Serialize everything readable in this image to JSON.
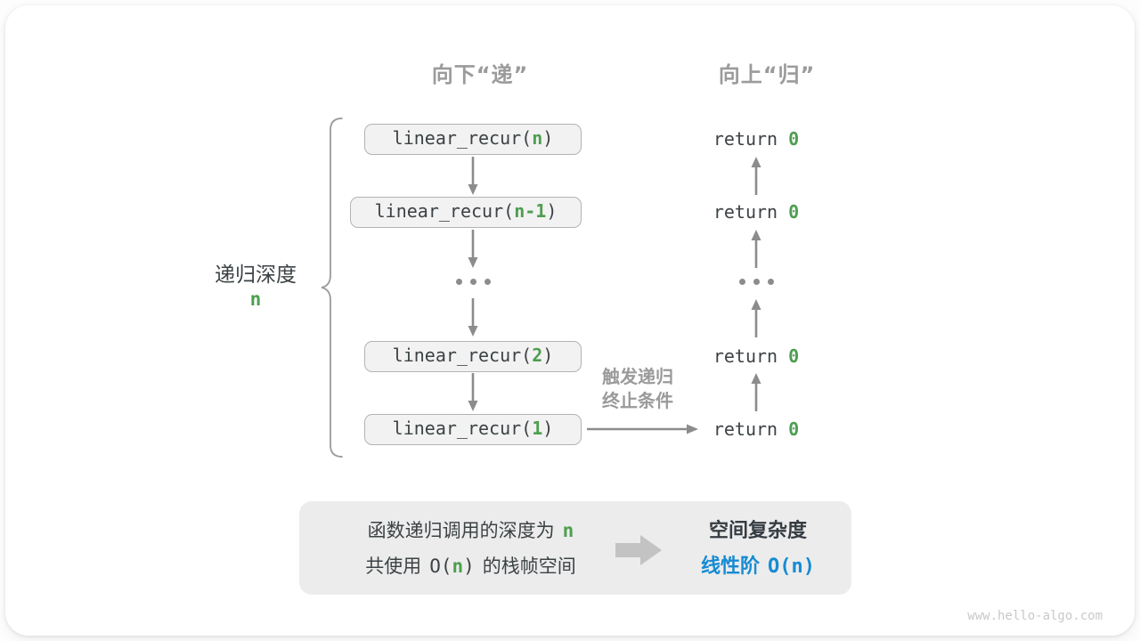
{
  "colors": {
    "accent_green": "#4e9e50",
    "accent_blue": "#168bd4",
    "label_gray": "#9b9b9b",
    "dark_text": "#3c4245",
    "arrow_gray": "#8c8c8c",
    "box_fill": "#f2f2f2",
    "box_border": "#b3b3b3",
    "summary_fill": "#ececec",
    "watermark_gray": "#c9c9c9"
  },
  "headers": {
    "descend": "向下“递”",
    "ascend": "向上“归”"
  },
  "depth_label": {
    "title": "递归深度",
    "value": "n"
  },
  "call_stack": {
    "boxes": [
      {
        "prefix": "linear_recur(",
        "arg": "n",
        "suffix": ")"
      },
      {
        "prefix": "linear_recur(",
        "arg": "n-1",
        "suffix": ")"
      },
      {
        "prefix": "linear_recur(",
        "arg": "2",
        "suffix": ")"
      },
      {
        "prefix": "linear_recur(",
        "arg": "1",
        "suffix": ")"
      }
    ],
    "ellipsis": "..."
  },
  "returns": {
    "rows": [
      {
        "prefix": "return ",
        "value": "0"
      },
      {
        "prefix": "return ",
        "value": "0"
      },
      {
        "prefix": "return ",
        "value": "0"
      },
      {
        "prefix": "return ",
        "value": "0"
      }
    ],
    "ellipsis": "..."
  },
  "base_case_note": {
    "line1": "触发递归",
    "line2": "终止条件"
  },
  "summary": {
    "left_line1_text": "函数递归调用的深度为",
    "left_line1_value": "n",
    "left_line2_pre": "共使用",
    "left_line2_o_open": "O(",
    "left_line2_value": "n",
    "left_line2_o_close": ")",
    "left_line2_post": "的栈帧空间",
    "right_title": "空间复杂度",
    "right_result_label": "线性阶",
    "right_result_value": "O(n)"
  },
  "watermark": "www.hello-algo.com"
}
